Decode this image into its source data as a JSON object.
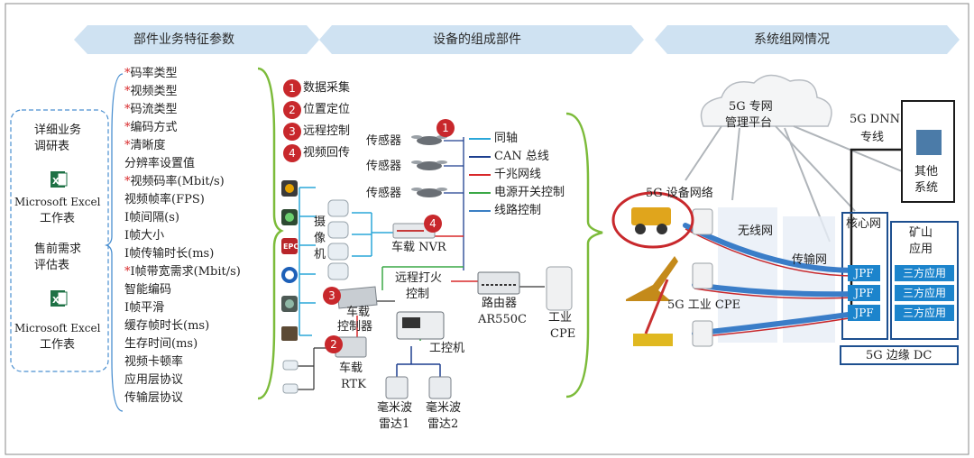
{
  "banners": [
    "部件业务特征参数",
    "设备的组成部件",
    "系统组网情况"
  ],
  "left_box": {
    "doc1_title": [
      "详细业务",
      "调研表"
    ],
    "doc1_caption": [
      "Microsoft Excel",
      "工作表"
    ],
    "doc2_title": [
      "售前需求",
      "评估表"
    ],
    "doc2_caption": [
      "Microsoft Excel",
      "工作表"
    ]
  },
  "params": [
    {
      "star": "*",
      "text": "码率类型"
    },
    {
      "star": "*",
      "text": "视频类型"
    },
    {
      "star": "*",
      "text": "码流类型"
    },
    {
      "star": "*",
      "text": "编码方式"
    },
    {
      "star": "*",
      "text": "清晰度"
    },
    {
      "star": "",
      "text": "分辨率设置值"
    },
    {
      "star": "*",
      "text": "视频码率(Mbit/s)"
    },
    {
      "star": "",
      "text": "视频帧率(FPS)"
    },
    {
      "star": "",
      "text": "I帧间隔(s)"
    },
    {
      "star": "",
      "text": "I帧大小"
    },
    {
      "star": "",
      "text": "I帧传输时长(ms)"
    },
    {
      "star": "*",
      "text": "I帧带宽需求(Mbit/s)"
    },
    {
      "star": "",
      "text": "智能编码"
    },
    {
      "star": "",
      "text": "I帧平滑"
    },
    {
      "star": "",
      "text": "缓存帧时长(ms)"
    },
    {
      "star": "",
      "text": "生存时间(ms)"
    },
    {
      "star": "",
      "text": "视频卡顿率"
    },
    {
      "star": "",
      "text": "应用层协议"
    },
    {
      "star": "",
      "text": "传输层协议"
    }
  ],
  "functions": [
    {
      "num": "1",
      "label": "数据采集"
    },
    {
      "num": "2",
      "label": "位置定位"
    },
    {
      "num": "3",
      "label": "远程控制"
    },
    {
      "num": "4",
      "label": "视频回传"
    }
  ],
  "components": {
    "sensor": "传感器",
    "sensor_num": "1",
    "camera": [
      "摄",
      "像",
      "机"
    ],
    "nvr": "车载 NVR",
    "nvr_num": "4",
    "controller": [
      "车载",
      "控制器"
    ],
    "controller_num": "3",
    "rtk": [
      "车载",
      "RTK"
    ],
    "rtk_num": "2",
    "remote_fire": [
      "远程打火",
      "控制"
    ],
    "ipc": "工控机",
    "router": [
      "路由器",
      "AR550C"
    ],
    "cpe": [
      "工业",
      "CPE"
    ],
    "radar1": [
      "毫米波",
      "雷达1"
    ],
    "radar2": [
      "毫米波",
      "雷达2"
    ],
    "epc": "EPC"
  },
  "legend": [
    "同轴",
    "CAN 总线",
    "千兆网线",
    "电源开关控制",
    "线路控制"
  ],
  "legend_colors": [
    "#2aa7d9",
    "#1d3f8f",
    "#d8282a",
    "#3aa846",
    "#3a7fc4"
  ],
  "network": {
    "cloud": [
      "5G 专网",
      "管理平台"
    ],
    "dnn": [
      "5G DNN",
      "专线"
    ],
    "other": [
      "其他",
      "系统"
    ],
    "device_net": "5G 设备网络",
    "wireless": "无线网",
    "transport": "传输网",
    "industrial_cpe": "5G 工业 CPE",
    "core": "核心网",
    "mine": [
      "矿山",
      "应用"
    ],
    "jpf": [
      "JPF",
      "JPF",
      "JPF"
    ],
    "third_party": [
      "三方应用",
      "三方应用",
      "三方应用"
    ],
    "edge_dc": "5G 边缘 DC"
  }
}
